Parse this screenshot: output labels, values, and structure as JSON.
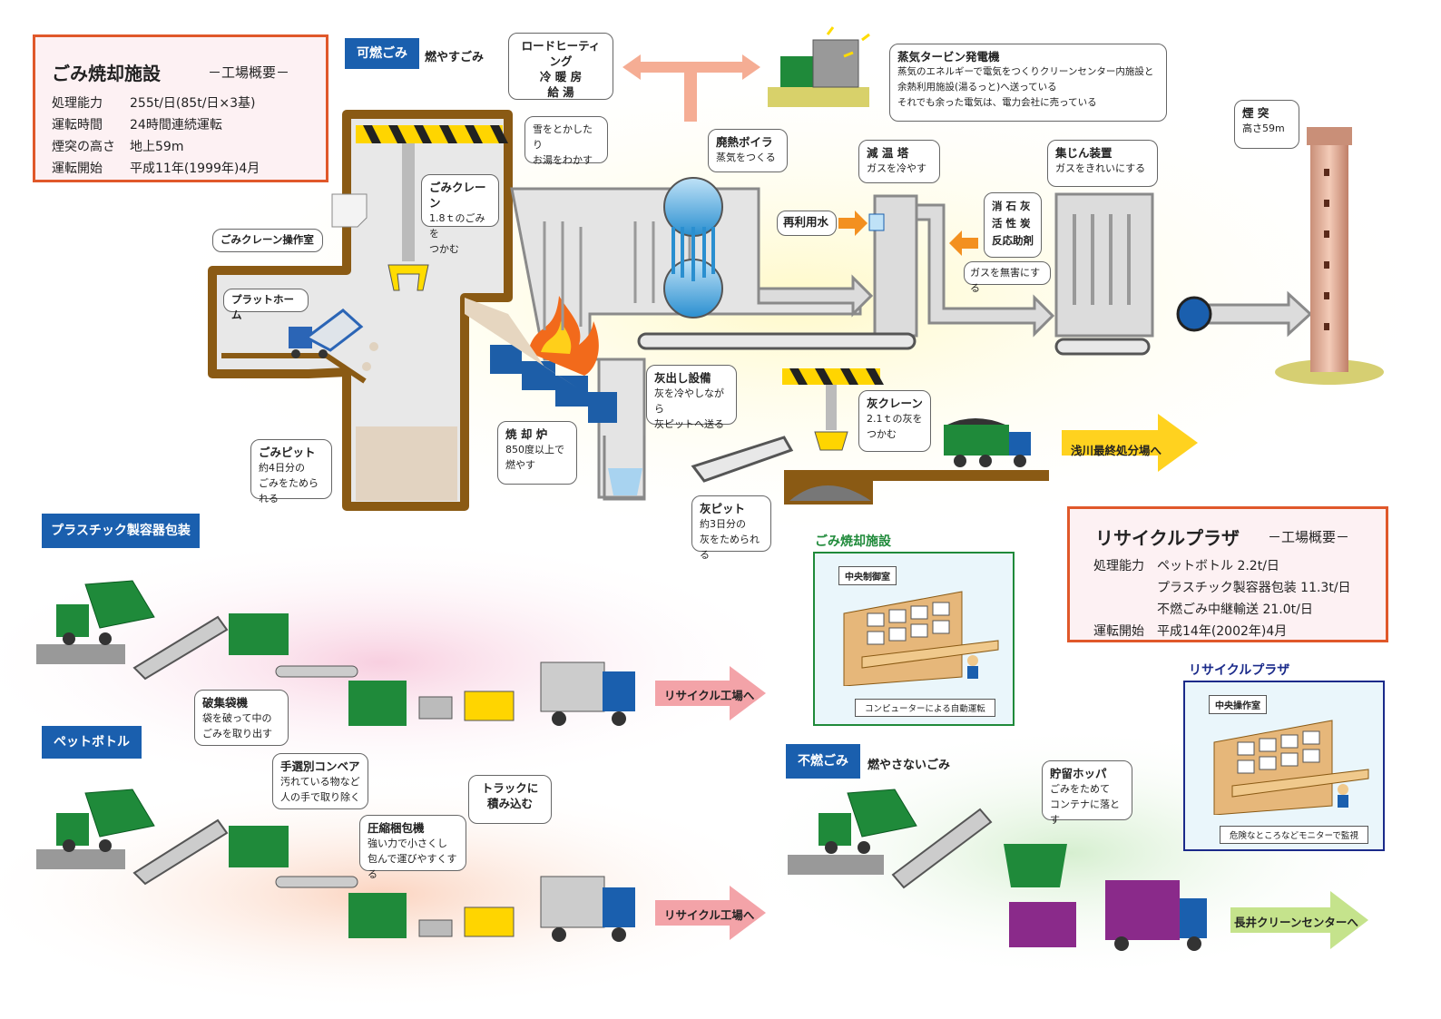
{
  "incineration_info": {
    "title": "ごみ焼却施設",
    "subtitle": "－工場概要－",
    "rows": [
      {
        "label": "処理能力",
        "value": "255t/日(85t/日×3基)"
      },
      {
        "label": "運転時間",
        "value": "24時間連続運転"
      },
      {
        "label": "煙突の高さ",
        "value": "地上59m"
      },
      {
        "label": "運転開始",
        "value": "平成11年(1999年)4月"
      }
    ]
  },
  "burnable": {
    "badge": "可燃ごみ",
    "label": "燃やすごみ"
  },
  "callouts": {
    "road_heating": {
      "lines": [
        "ロードヒーティング",
        "冷 暖 房",
        "給 湯"
      ]
    },
    "snow": {
      "lines": [
        "雪をとかしたり",
        "お湯をわかす"
      ]
    },
    "turbine": {
      "title": "蒸気タービン発電機",
      "lines": [
        "蒸気のエネルギーで電気をつくりクリーンセンター内施設と",
        "余熱利用施設(湯るっと)へ送っている",
        "それでも余った電気は、電力会社に売っている"
      ]
    },
    "chimney": {
      "title": "煙 突",
      "lines": [
        "高さ59m"
      ]
    },
    "crane": {
      "title": "ごみクレーン",
      "lines": [
        "1.8ｔのごみを",
        "つかむ"
      ]
    },
    "crane_room": {
      "title": "ごみクレーン操作室"
    },
    "platform": {
      "title": "プラットホーム"
    },
    "boiler": {
      "title": "廃熱ボイラ",
      "lines": [
        "蒸気をつくる"
      ]
    },
    "cooling": {
      "title": "減 温 塔",
      "lines": [
        "ガスを冷やす"
      ]
    },
    "reuse_water": {
      "title": "再利用水"
    },
    "lime": {
      "lines": [
        "消 石 灰",
        "活 性 炭",
        "反応助剤"
      ]
    },
    "harmless": {
      "lines": [
        "ガスを無害にする"
      ]
    },
    "dust": {
      "title": "集じん装置",
      "lines": [
        "ガスをきれいにする"
      ]
    },
    "pit": {
      "title": "ごみピット",
      "lines": [
        "約4日分の",
        "ごみをためられる"
      ]
    },
    "furnace": {
      "title": "焼 却 炉",
      "lines": [
        "850度以上で",
        "燃やす"
      ]
    },
    "ash_out": {
      "title": "灰出し設備",
      "lines": [
        "灰を冷やしながら",
        "灰ピットへ送る"
      ]
    },
    "ash_crane": {
      "title": "灰クレーン",
      "lines": [
        "2.1ｔの灰を",
        "つかむ"
      ]
    },
    "ash_pit": {
      "title": "灰ピット",
      "lines": [
        "約3日分の",
        "灰をためられる"
      ]
    },
    "breaker": {
      "title": "破集袋機",
      "lines": [
        "袋を破って中の",
        "ごみを取り出す"
      ]
    },
    "manual": {
      "title": "手選別コンベア",
      "lines": [
        "汚れている物など",
        "人の手で取り除く"
      ]
    },
    "truck_load": {
      "lines": [
        "トラックに",
        "積み込む"
      ]
    },
    "compress": {
      "title": "圧縮梱包機",
      "lines": [
        "強い力で小さくし",
        "包んで運びやすくする"
      ]
    },
    "hopper": {
      "title": "貯留ホッパ",
      "lines": [
        "ごみをためて",
        "コンテナに落とす"
      ]
    }
  },
  "arrows": {
    "asakawa": "浅川最終処分場へ",
    "recycle1": "リサイクル工場へ",
    "recycle2": "リサイクル工場へ",
    "nagai": "長井クリーンセンターへ"
  },
  "plastic": {
    "badge": "プラスチック製容器包装"
  },
  "pet": {
    "badge": "ペットボトル"
  },
  "unburnable": {
    "badge": "不燃ごみ",
    "label": "燃やさないごみ"
  },
  "recycle_info": {
    "title": "リサイクルプラザ",
    "subtitle": "－工場概要－",
    "capacity_label": "処理能力",
    "capacity_lines": [
      "ペットボトル 2.2t/日",
      "プラスチック製容器包装 11.3t/日",
      "不燃ごみ中継輸送 21.0t/日"
    ],
    "start_label": "運転開始",
    "start_value": "平成14年(2002年)4月"
  },
  "control_incin": {
    "title": "ごみ焼却施設",
    "room": "中央制御室",
    "caption": "コンピューターによる自動運転"
  },
  "control_recycle": {
    "title": "リサイクルプラザ",
    "room": "中央操作室",
    "caption": "危険なところなどモニターで監視"
  },
  "colors": {
    "accent_blue": "#1a5fae",
    "frame_orange": "#e0582a",
    "brown": "#8a5a14",
    "green": "#1f8a3a",
    "navy": "#1a2a8a"
  }
}
